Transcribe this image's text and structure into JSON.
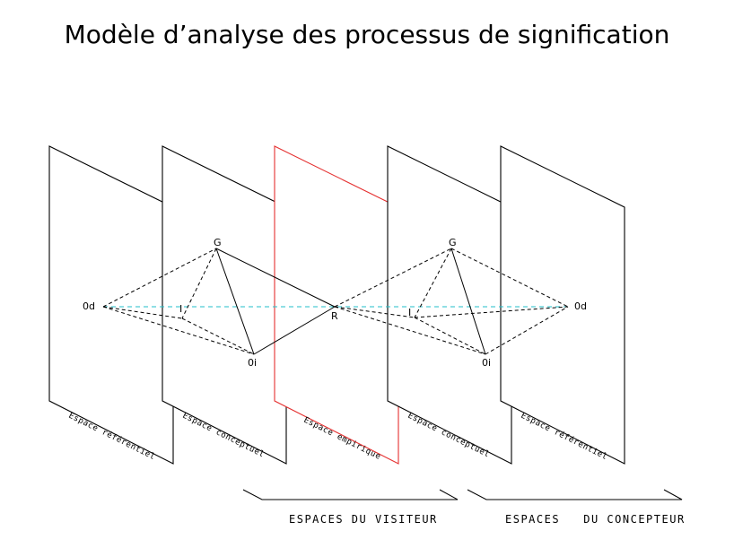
{
  "title": "Modèle d’analyse des processus de signification",
  "colors": {
    "line": "#000000",
    "empirical_plane": "#e53030",
    "axis": "#22bfc8"
  },
  "planes": [
    {
      "label": "Espace référentiel"
    },
    {
      "label": "Espace conceptuel"
    },
    {
      "label": "Espace empirique"
    },
    {
      "label": "Espace conceptuel"
    },
    {
      "label": "Espace référentiel"
    }
  ],
  "points": {
    "left_ref": "0d",
    "left_G": "G",
    "left_I": "I",
    "left_oi": "0i",
    "center_R": "R",
    "right_G": "G",
    "right_I": "I",
    "right_oi": "0i",
    "right_ref": "0d"
  },
  "groups": {
    "visitor": "ESPACES DU VISITEUR",
    "designer": "ESPACES   DU CONCEPTEUR"
  }
}
